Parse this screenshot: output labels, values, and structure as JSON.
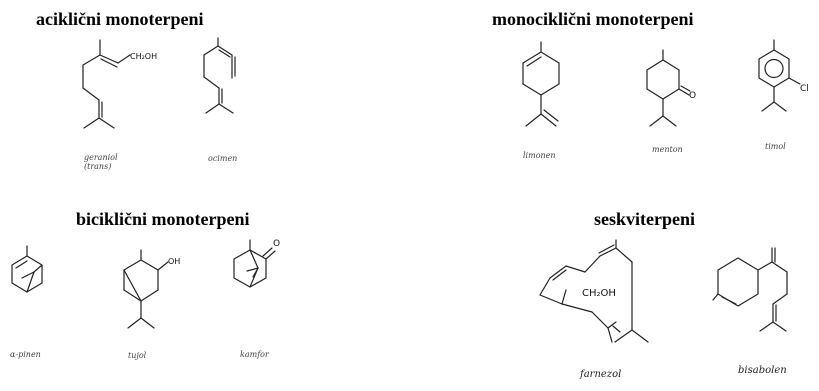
{
  "headings": {
    "acyclic": "aciklični monoterpeni",
    "monocyclic": "monociklični monoterpeni",
    "bicyclic": "biciklični monoterpeni",
    "sesquiterpenes": "seskviterpeni"
  },
  "molecules": {
    "geraniol": {
      "name": "geraniol\n(trans)",
      "group_label": "CH₂OH"
    },
    "ocimen": {
      "name": "ocimen"
    },
    "limonen": {
      "name": "limonen"
    },
    "menton": {
      "name": "menton",
      "atom_label": "O"
    },
    "timol": {
      "name": "timol",
      "atom_label": "Cl"
    },
    "alpha_pinen": {
      "name": "α-pinen"
    },
    "tujol": {
      "name": "tujol",
      "group_label": "OH"
    },
    "kamfor": {
      "name": "kamfor",
      "atom_label": "O"
    },
    "farnezol": {
      "name": "farnezol",
      "group_label": "CH₂OH"
    },
    "bisabolen": {
      "name": "bisabolen"
    }
  }
}
